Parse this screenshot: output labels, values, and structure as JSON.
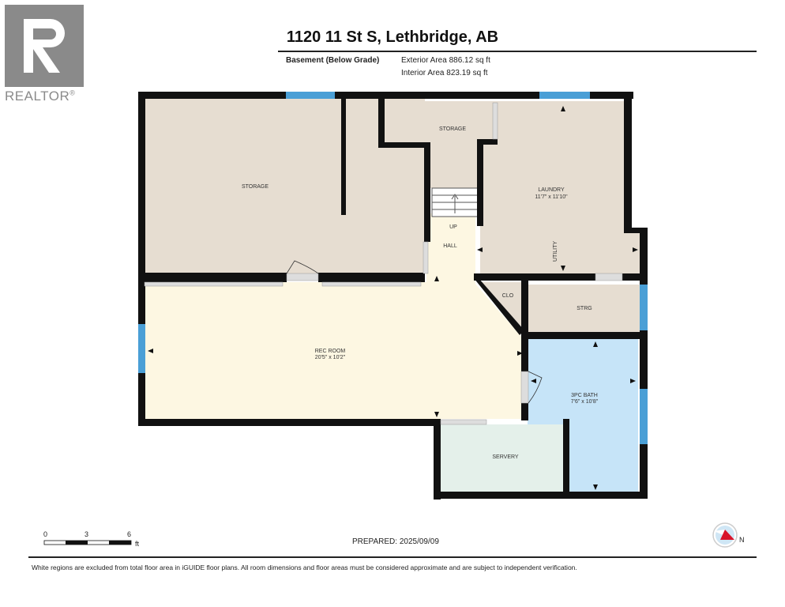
{
  "header": {
    "title": "1120 11 St S, Lethbridge, AB",
    "floor_name": "Basement (Below Grade)",
    "exterior_area": "Exterior Area 886.12 sq ft",
    "interior_area": "Interior Area 823.19 sq ft"
  },
  "logo": {
    "text": "REALTOR",
    "registered": "®",
    "color": "#8a8a8a"
  },
  "rooms": {
    "storage_main": {
      "label": "STORAGE"
    },
    "storage_small": {
      "label": "STORAGE"
    },
    "laundry": {
      "label": "LAUNDRY",
      "dims": "11'7\" x 11'10\""
    },
    "utility": {
      "label": "UTILITY"
    },
    "hall": {
      "label": "HALL"
    },
    "stairs": {
      "label": "UP"
    },
    "clo": {
      "label": "CLO"
    },
    "strg": {
      "label": "STRG"
    },
    "rec_room": {
      "label": "REC ROOM",
      "dims": "20'5\" x 10'2\""
    },
    "bath": {
      "label": "3PC BATH",
      "dims": "7'6\" x 10'8\""
    },
    "servery": {
      "label": "SERVERY"
    }
  },
  "colors": {
    "storage": "#e6ddd1",
    "rec_room": "#fdf7e2",
    "bath": "#c6e4f8",
    "servery": "#e4f0ea",
    "window": "#4a9fd6",
    "wall": "#111111"
  },
  "scale": {
    "ticks": [
      "0",
      "3",
      "6"
    ],
    "unit": "ft"
  },
  "compass": {
    "label": "N"
  },
  "footer": {
    "prepared": "PREPARED: 2025/09/09",
    "disclaimer": "White regions are excluded from total floor area in iGUIDE floor plans. All room dimensions and floor areas must be considered approximate and are subject to independent verification."
  }
}
